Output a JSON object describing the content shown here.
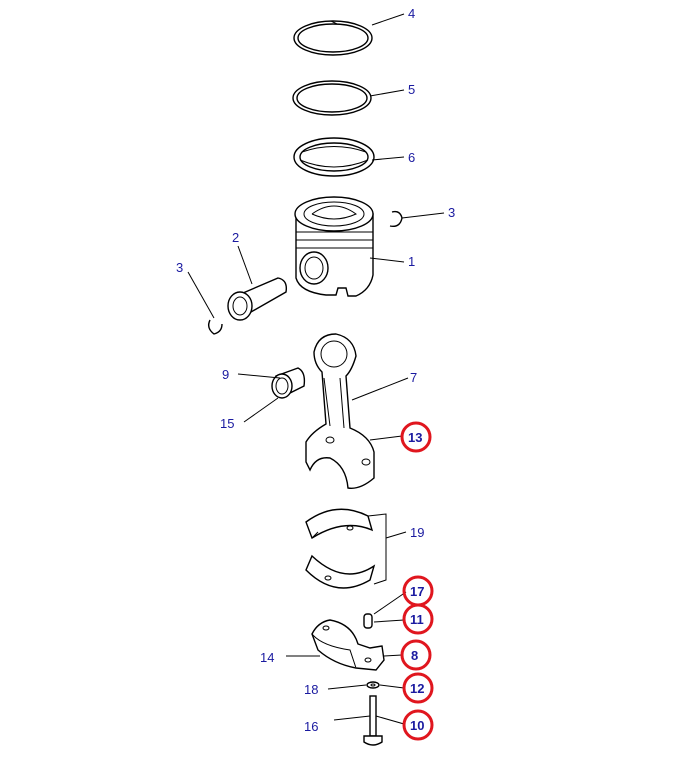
{
  "callouts": [
    {
      "id": "4",
      "text": "4",
      "highlighted": false
    },
    {
      "id": "5",
      "text": "5",
      "highlighted": false
    },
    {
      "id": "6",
      "text": "6",
      "highlighted": false
    },
    {
      "id": "3a",
      "text": "3",
      "highlighted": false
    },
    {
      "id": "2",
      "text": "2",
      "highlighted": false
    },
    {
      "id": "1",
      "text": "1",
      "highlighted": false
    },
    {
      "id": "3b",
      "text": "3",
      "highlighted": false
    },
    {
      "id": "9",
      "text": "9",
      "highlighted": false
    },
    {
      "id": "7",
      "text": "7",
      "highlighted": false
    },
    {
      "id": "15",
      "text": "15",
      "highlighted": false
    },
    {
      "id": "13",
      "text": "13",
      "highlighted": true
    },
    {
      "id": "19",
      "text": "19",
      "highlighted": false
    },
    {
      "id": "17",
      "text": "17",
      "highlighted": true
    },
    {
      "id": "11",
      "text": "11",
      "highlighted": true
    },
    {
      "id": "14",
      "text": "14",
      "highlighted": false
    },
    {
      "id": "8",
      "text": "8",
      "highlighted": true
    },
    {
      "id": "18",
      "text": "18",
      "highlighted": false
    },
    {
      "id": "12",
      "text": "12",
      "highlighted": true
    },
    {
      "id": "16",
      "text": "16",
      "highlighted": false
    },
    {
      "id": "10",
      "text": "10",
      "highlighted": true
    }
  ],
  "colors": {
    "label_text": "#1a1aa0",
    "highlight_circle": "#e0161e",
    "line": "#000000",
    "background": "#ffffff"
  }
}
